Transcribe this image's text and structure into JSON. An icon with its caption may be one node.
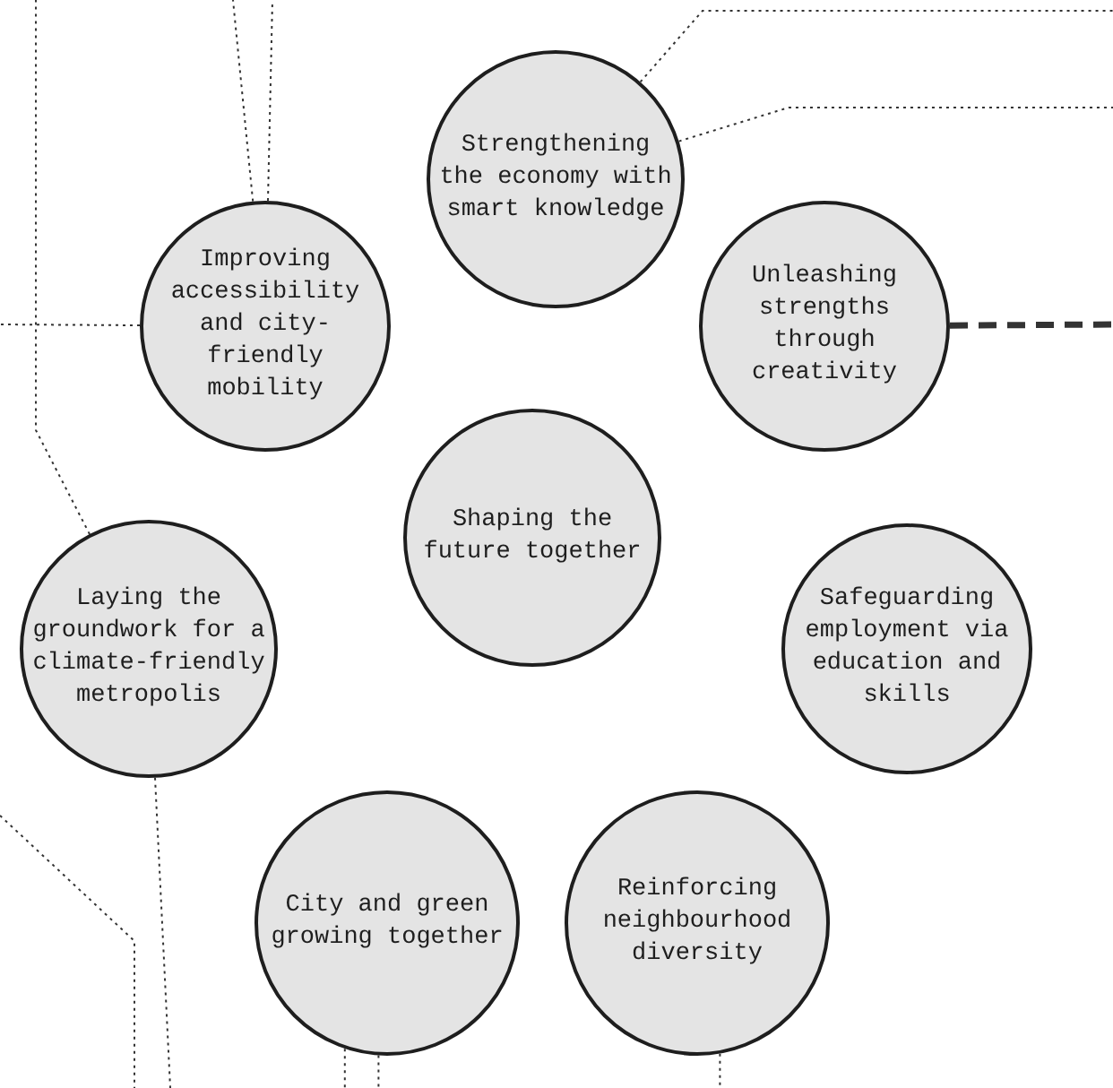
{
  "diagram": {
    "nodes": [
      {
        "text": [
          "Strengthening the economy with smart knowledge"
        ]
      },
      {
        "text": [
          "Improving accessibility and city-friendly mobility"
        ]
      },
      {
        "text": [
          "Unleashing strengths through creativity"
        ]
      },
      {
        "text": [
          "Shaping the future together"
        ]
      },
      {
        "text": [
          "Laying the groundwork for a climate-friendly metropolis"
        ]
      },
      {
        "text": [
          "Safeguarding employment via education and skills"
        ]
      },
      {
        "text": [
          "City and green growing together"
        ]
      },
      {
        "text": [
          "Reinforcing neighbourhood diversity"
        ]
      }
    ],
    "edges": [
      {
        "from": 0,
        "to": null,
        "arrow": "none"
      },
      {
        "from": 0,
        "to": null,
        "arrow": "none"
      },
      {
        "from": 2,
        "to": null,
        "arrow": "none",
        "style": "dashed"
      },
      {
        "from": 1,
        "to": null,
        "arrow": "none"
      },
      {
        "from": 1,
        "to": null,
        "arrow": "none"
      },
      {
        "from": 1,
        "to": null,
        "arrow": "none"
      },
      {
        "from": 4,
        "to": null,
        "arrow": "none"
      },
      {
        "from": 4,
        "to": null,
        "arrow": "none"
      },
      {
        "from": 6,
        "to": null,
        "arrow": "none"
      },
      {
        "from": 6,
        "to": null,
        "arrow": "none"
      },
      {
        "from": 7,
        "to": null,
        "arrow": "none"
      }
    ]
  }
}
